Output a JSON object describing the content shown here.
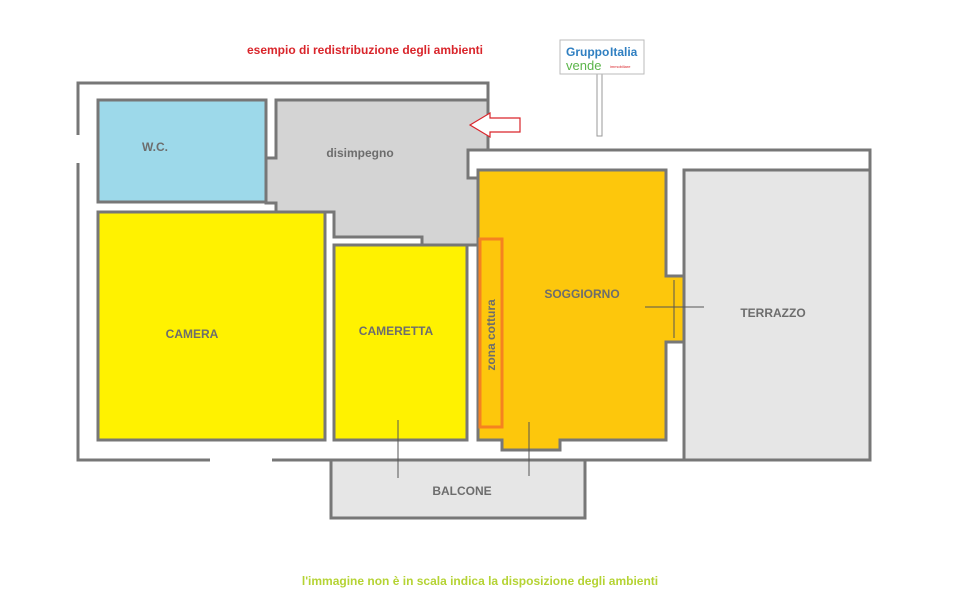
{
  "title": "esempio di redistribuzione degli ambienti",
  "note": "l'immagine non è in scala indica la disposizione degli ambienti",
  "logo": {
    "line1a": "Gruppo",
    "line1b": "Italia",
    "line2": "vende",
    "tag": "immobiliare"
  },
  "rooms": {
    "wc": "W.C.",
    "disimpegno": "disimpegno",
    "camera": "CAMERA",
    "cameretta": "CAMERETTA",
    "soggiorno": "SOGGIORNO",
    "zona_cottura": "zona cottura",
    "terrazzo": "TERRAZZO",
    "balcone": "BALCONE"
  },
  "colors": {
    "wall": "#777777",
    "wc": "#9dd9ea",
    "disimpegno": "#d4d4d4",
    "camera": "#fff200",
    "soggiorno": "#fdc70c",
    "terrazzo": "#e6e6e6",
    "cottura": "#f58220",
    "accent": "#d9252b"
  }
}
